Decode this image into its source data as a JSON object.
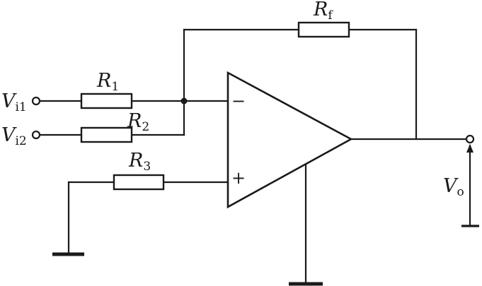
{
  "labels": {
    "vi1": {
      "main": "V",
      "sub": "i1"
    },
    "vi2": {
      "main": "V",
      "sub": "i2"
    },
    "r1": {
      "main": "R",
      "sub": "1"
    },
    "r2": {
      "main": "R",
      "sub": "2"
    },
    "r3": {
      "main": "R",
      "sub": "3"
    },
    "rf": {
      "main": "R",
      "sub": "f"
    },
    "vo": {
      "main": "V",
      "sub": "o"
    }
  },
  "opamp": {
    "minus": "−",
    "plus": "+"
  }
}
